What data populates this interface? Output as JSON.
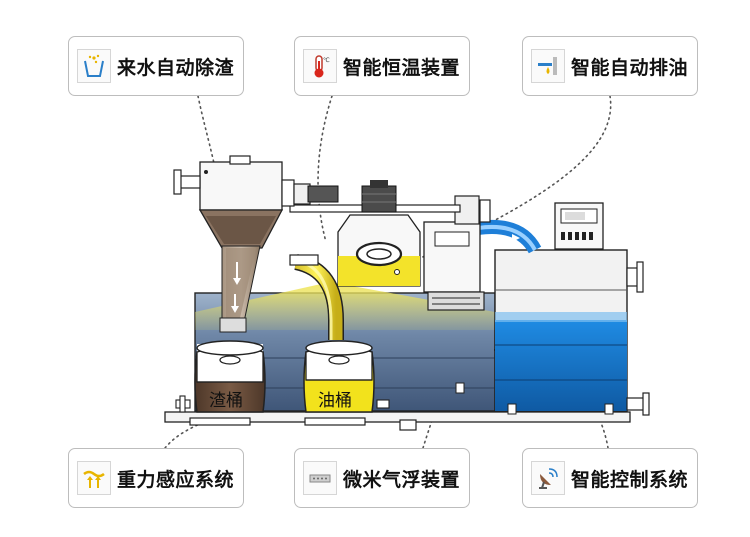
{
  "features": {
    "auto_slag": "来水自动除渣",
    "thermostat": "智能恒温装置",
    "auto_oil": "智能自动排油",
    "gravity": "重力感应系统",
    "microbubble": "微米气浮装置",
    "control": "智能控制系统"
  },
  "barrels": {
    "slag": "渣桶",
    "oil": "油桶"
  },
  "thermometer_unit": "℃",
  "icons": {
    "auto_slag": "cup-sparkle-icon",
    "thermostat": "thermometer-icon",
    "auto_oil": "oil-drop-icon",
    "gravity": "gravity-arrows-icon",
    "microbubble": "bubble-plate-icon",
    "control": "satellite-dish-icon"
  },
  "colors": {
    "water_blue": "#1b73c4",
    "oil_yellow": "#f0df1f",
    "slag_brown": "#6b4e3a",
    "border_gray": "#bdbdbd"
  }
}
